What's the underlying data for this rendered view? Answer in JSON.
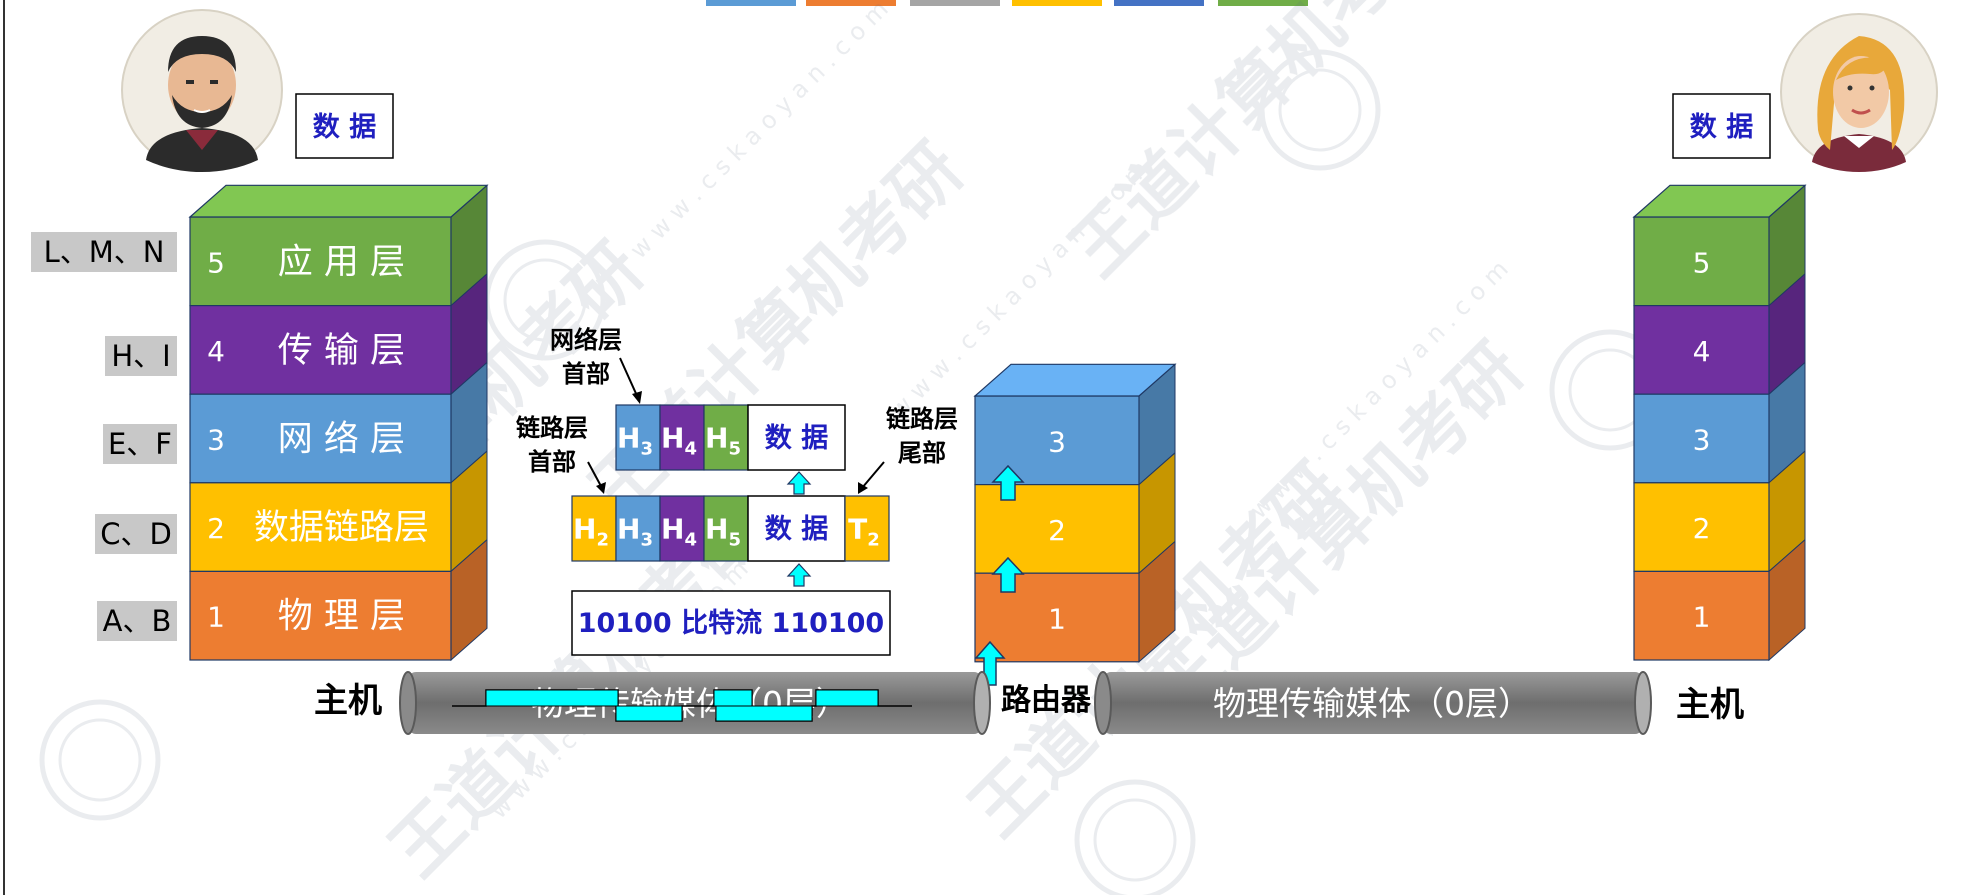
{
  "top_swatches": [
    "#5b9bd5",
    "#ed7d31",
    "#a5a5a5",
    "#ffc000",
    "#4472c4",
    "#70ad47"
  ],
  "colors": {
    "layer5": "#70ad47",
    "layer4": "#7030a0",
    "layer3": "#5b9bd5",
    "layer2": "#ffc000",
    "layer1": "#ed7d31",
    "data_text": "#1f1fbf",
    "arrow": "#00ffff",
    "cable": "#7f7f7f",
    "tag_bg": "#c8c8c8"
  },
  "left_host": {
    "data_box": "数 据",
    "label": "主机",
    "layers": [
      {
        "num": "5",
        "name": "应 用 层",
        "tag": "L、M、N"
      },
      {
        "num": "4",
        "name": "传 输 层",
        "tag": "H、I"
      },
      {
        "num": "3",
        "name": "网 络 层",
        "tag": "E、F"
      },
      {
        "num": "2",
        "name": "数据链路层",
        "tag": "C、D"
      },
      {
        "num": "1",
        "name": "物 理 层",
        "tag": "A、B"
      }
    ]
  },
  "router": {
    "label": "路由器",
    "layers": [
      "3",
      "2",
      "1"
    ]
  },
  "right_host": {
    "data_box": "数 据",
    "label": "主机",
    "layers": [
      "5",
      "4",
      "3",
      "2",
      "1"
    ]
  },
  "packets": {
    "network_header_label_1": "网络层",
    "network_header_label_2": "首部",
    "link_header_label_1": "链路层",
    "link_header_label_2": "首部",
    "link_trailer_label_1": "链路层",
    "link_trailer_label_2": "尾部",
    "network_packet": [
      "H3",
      "H4",
      "H5"
    ],
    "network_packet_data": "数 据",
    "frame_header": "H2",
    "frame": [
      "H3",
      "H4",
      "H5"
    ],
    "frame_data": "数 据",
    "frame_trailer": "T2",
    "bitstream": "10100 比特流 110100"
  },
  "media": {
    "left": "物理传输媒体（0层）",
    "right": "物理传输媒体（0层）"
  },
  "watermark": {
    "text": "王道计算机考研",
    "url": "w w w . c s k a o y a n . c o m"
  }
}
